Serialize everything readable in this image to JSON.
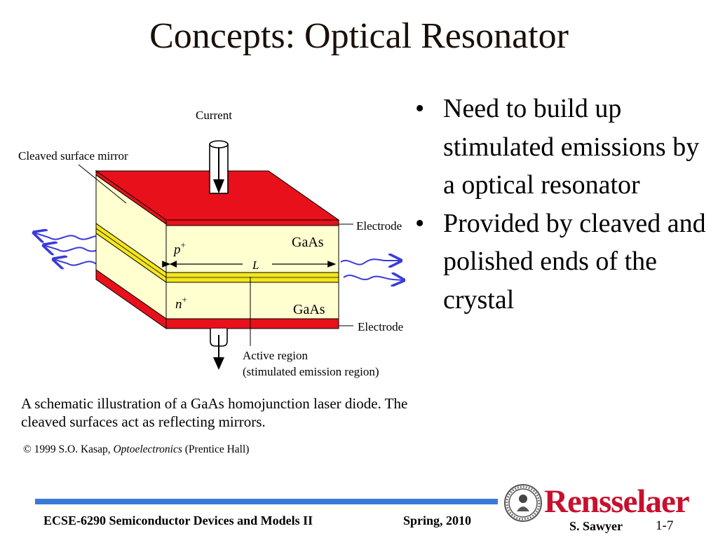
{
  "slide": {
    "title": "Concepts: Optical Resonator",
    "bullets": [
      "Need to build up stimulated emissions by a optical resonator",
      "Provided by cleaved and polished ends of the crystal"
    ],
    "caption": "A schematic illustration of a GaAs homojunction laser diode. The cleaved surfaces act as reflecting mirrors.",
    "copyright": {
      "prefix": "© 1999 S.O. Kasap, ",
      "book": "Optoelectronics",
      "suffix": " (Prentice Hall)"
    }
  },
  "diagram": {
    "current_label": "Current",
    "mirror_label": "Cleaved surface mirror",
    "electrode_top_label": "Electrode",
    "electrode_bottom_label": "Electrode",
    "gaas_top_label": "GaAs",
    "gaas_bottom_label": "GaAs",
    "p_label": "p",
    "p_sup": "+",
    "n_label": "n",
    "n_sup": "+",
    "length_label": "L",
    "active_region_label": "Active region",
    "active_region_sub": "(stimulated emission region)",
    "colors": {
      "electrode": "#e8101a",
      "semiconductor": "#ffffd0",
      "active_layer": "#f5e61a",
      "arrows": "#3a3ad8"
    }
  },
  "footer": {
    "course": "ECSE-6290 Semiconductor Devices and Models II",
    "term": "Spring, 2010",
    "author": "S. Sawyer",
    "page": "1-7",
    "brand": "Rensselaer",
    "colors": {
      "rule": "#3c78d8",
      "brand": "#c8102e"
    }
  }
}
